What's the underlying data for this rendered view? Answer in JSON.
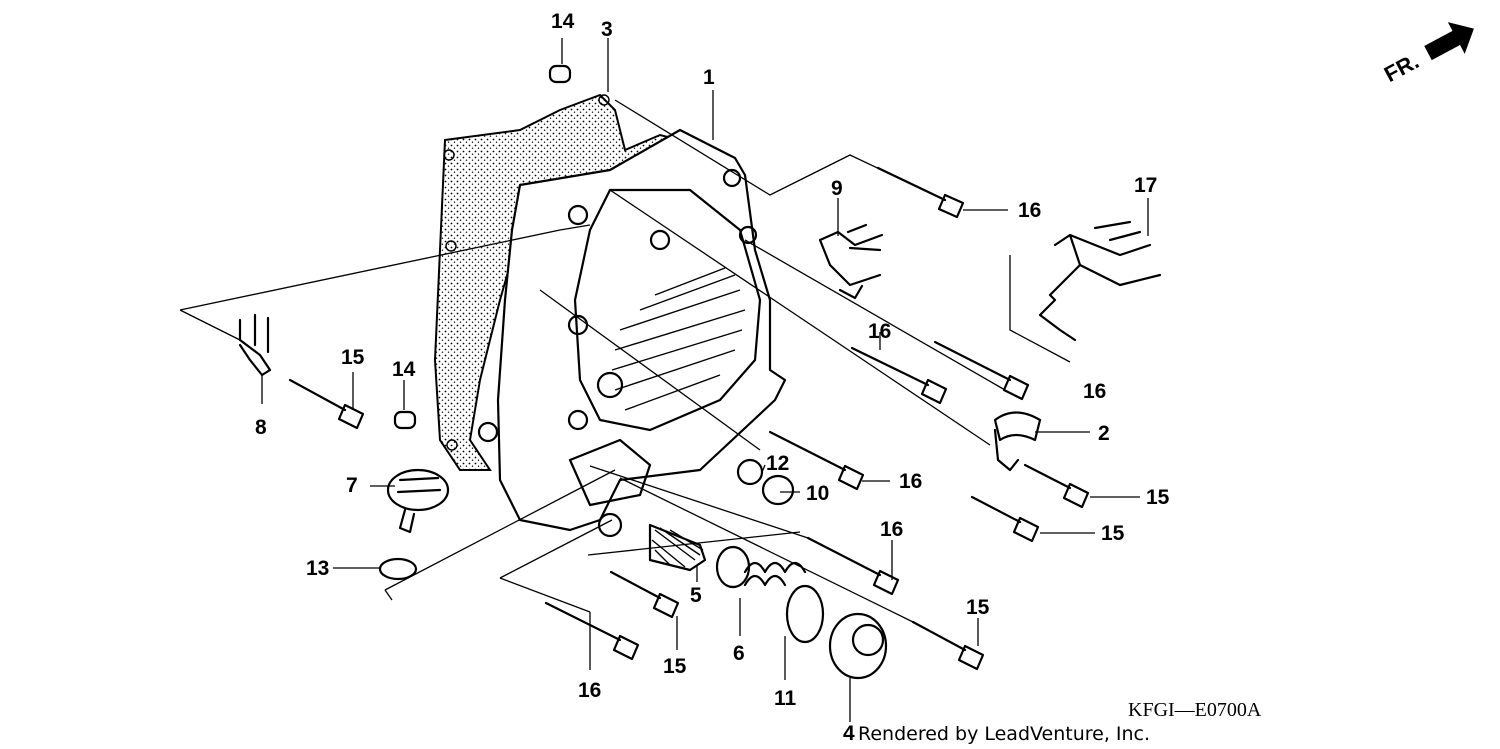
{
  "diagram": {
    "callouts": [
      {
        "id": "c1",
        "text": "1"
      },
      {
        "id": "c2",
        "text": "2"
      },
      {
        "id": "c3",
        "text": "3"
      },
      {
        "id": "c4",
        "text": "4"
      },
      {
        "id": "c5",
        "text": "5"
      },
      {
        "id": "c6",
        "text": "6"
      },
      {
        "id": "c7",
        "text": "7"
      },
      {
        "id": "c8",
        "text": "8"
      },
      {
        "id": "c9",
        "text": "9"
      },
      {
        "id": "c10",
        "text": "10"
      },
      {
        "id": "c11",
        "text": "11"
      },
      {
        "id": "c12",
        "text": "12"
      },
      {
        "id": "c13",
        "text": "13"
      },
      {
        "id": "c14a",
        "text": "14"
      },
      {
        "id": "c14b",
        "text": "14"
      },
      {
        "id": "c15a",
        "text": "15"
      },
      {
        "id": "c15b",
        "text": "15"
      },
      {
        "id": "c15c",
        "text": "15"
      },
      {
        "id": "c15d",
        "text": "15"
      },
      {
        "id": "c15e",
        "text": "15"
      },
      {
        "id": "c16a",
        "text": "16"
      },
      {
        "id": "c16b",
        "text": "16"
      },
      {
        "id": "c16c",
        "text": "16"
      },
      {
        "id": "c16d",
        "text": "16"
      },
      {
        "id": "c16e",
        "text": "16"
      },
      {
        "id": "c16f",
        "text": "16"
      },
      {
        "id": "c17",
        "text": "17"
      }
    ],
    "direction_label": "FR.",
    "drawing_code": "KFGI—E0700A",
    "credit": "Rendered by LeadVenture, Inc."
  }
}
